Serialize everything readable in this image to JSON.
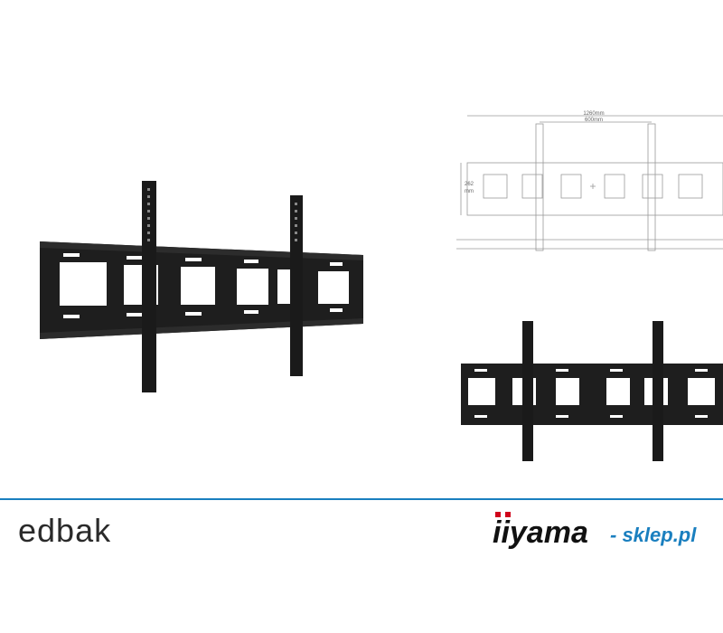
{
  "diagram": {
    "width_label": "1260mm",
    "inner_width_label": "600mm",
    "height_label_value": "262",
    "height_label_unit": "mm"
  },
  "logos": {
    "edbak": "edbak",
    "iiyama": "iiyama",
    "shop": "- sklep.pl"
  },
  "colors": {
    "divider": "#1a7fbf",
    "iiyama_red": "#d0021b",
    "shop_blue": "#1a7fbf",
    "mount_black": "#1c1c1c"
  }
}
